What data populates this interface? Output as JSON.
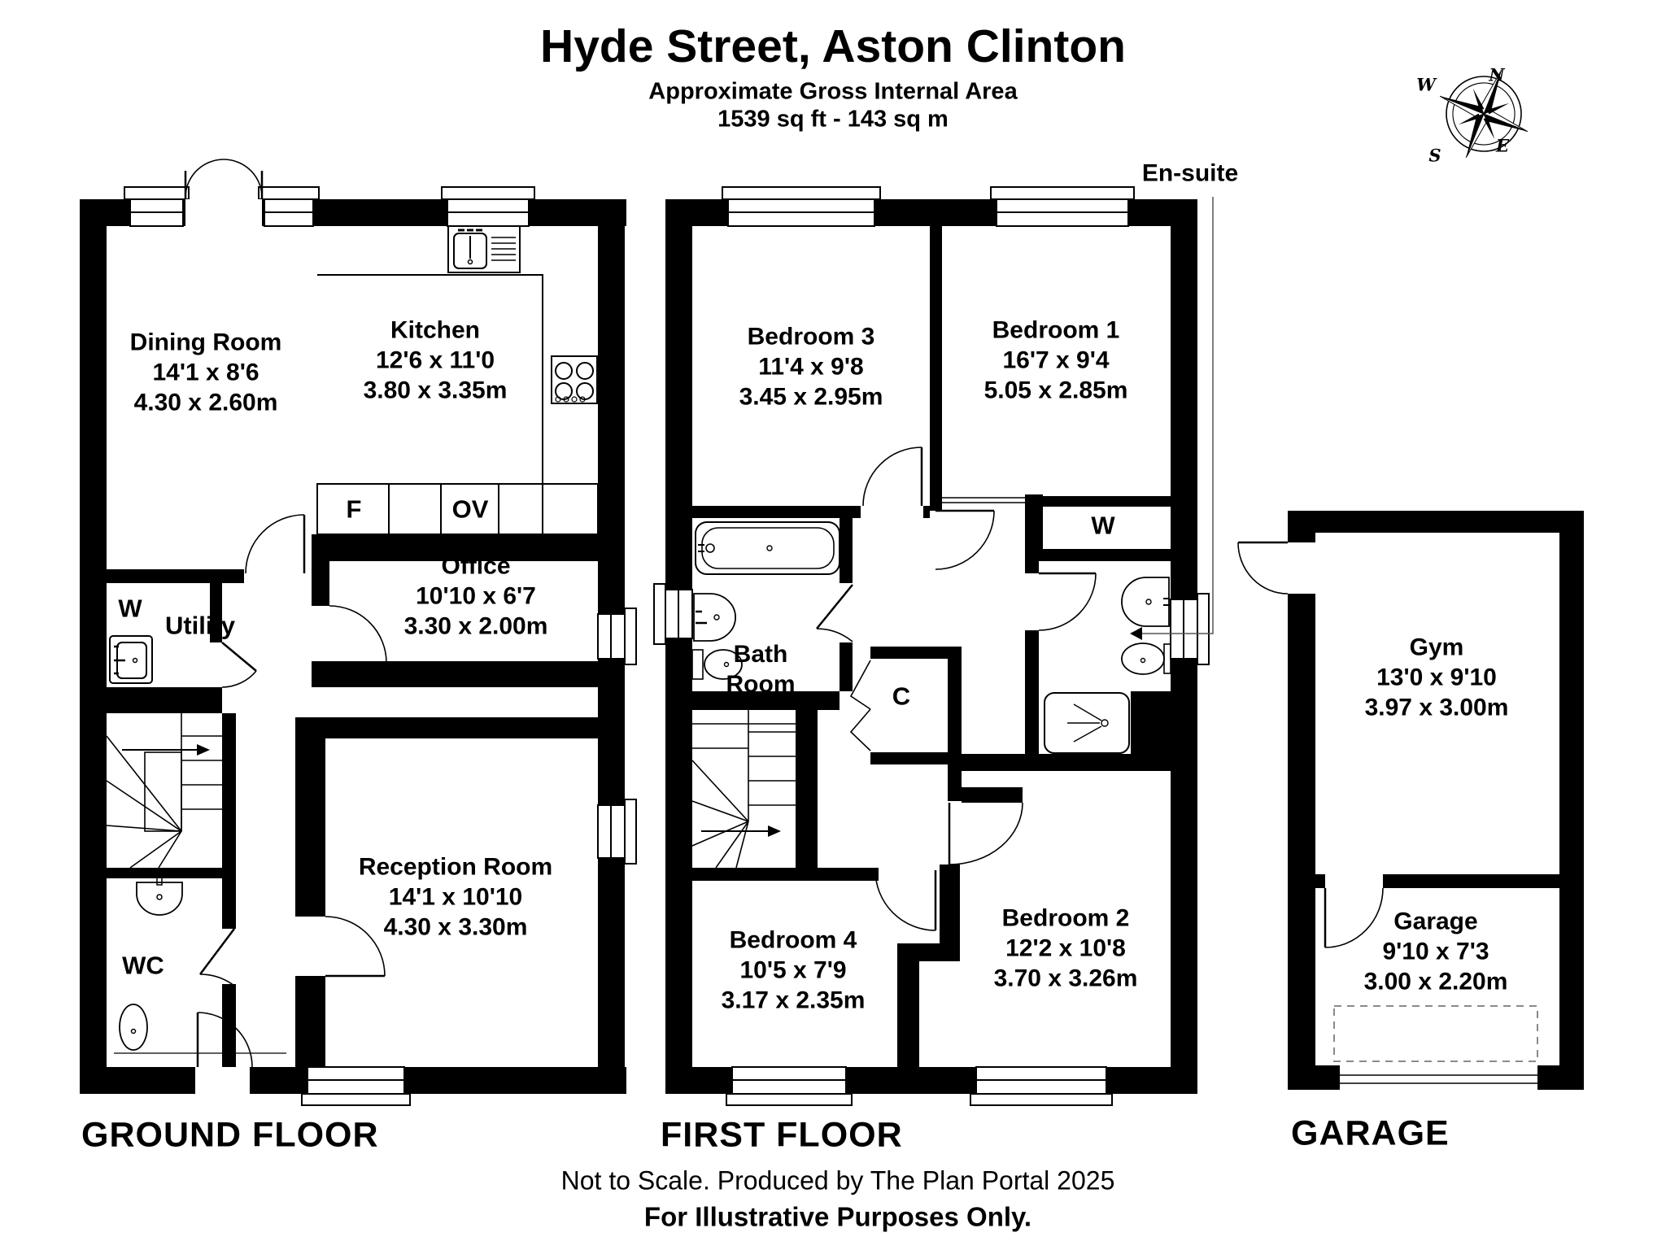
{
  "header": {
    "title": "Hyde Street, Aston Clinton",
    "subtitle": "Approximate Gross Internal Area",
    "area": "1539 sq ft - 143 sq m"
  },
  "compass": {
    "n": "N",
    "e": "E",
    "s": "S",
    "w": "W"
  },
  "callouts": {
    "ensuite": "En-suite"
  },
  "rooms": {
    "dining": {
      "name": "Dining Room",
      "imperial": "14'1 x 8'6",
      "metric": "4.30 x 2.60m"
    },
    "kitchen": {
      "name": "Kitchen",
      "imperial": "12'6 x 11'0",
      "metric": "3.80 x 3.35m"
    },
    "office": {
      "name": "Office",
      "imperial": "10'10 x 6'7",
      "metric": "3.30 x 2.00m"
    },
    "reception": {
      "name": "Reception Room",
      "imperial": "14'1 x 10'10",
      "metric": "4.30 x 3.30m"
    },
    "utility": {
      "name": "Utility"
    },
    "wc": {
      "name": "WC"
    },
    "bedroom3": {
      "name": "Bedroom 3",
      "imperial": "11'4 x 9'8",
      "metric": "3.45 x 2.95m"
    },
    "bedroom1": {
      "name": "Bedroom 1",
      "imperial": "16'7 x 9'4",
      "metric": "5.05 x 2.85m"
    },
    "bathroom": {
      "line1": "Bath",
      "line2": "Room"
    },
    "bedroom4": {
      "name": "Bedroom 4",
      "imperial": "10'5 x 7'9",
      "metric": "3.17 x 2.35m"
    },
    "bedroom2": {
      "name": "Bedroom 2",
      "imperial": "12'2 x 10'8",
      "metric": "3.70 x 3.26m"
    },
    "gym": {
      "name": "Gym",
      "imperial": "13'0 x 9'10",
      "metric": "3.97 x 3.00m"
    },
    "garage": {
      "name": "Garage",
      "imperial": "9'10 x 7'3",
      "metric": "3.00 x 2.20m"
    }
  },
  "appliances": {
    "fridge": "F",
    "oven": "OV",
    "washer": "W",
    "wardrobe": "W",
    "cupboard": "C"
  },
  "floor_labels": {
    "ground": "GROUND FLOOR",
    "first": "FIRST FLOOR",
    "garage": "GARAGE"
  },
  "footer": {
    "line1": "Not to Scale. Produced by The Plan Portal 2025",
    "line2": "For Illustrative Purposes Only."
  }
}
